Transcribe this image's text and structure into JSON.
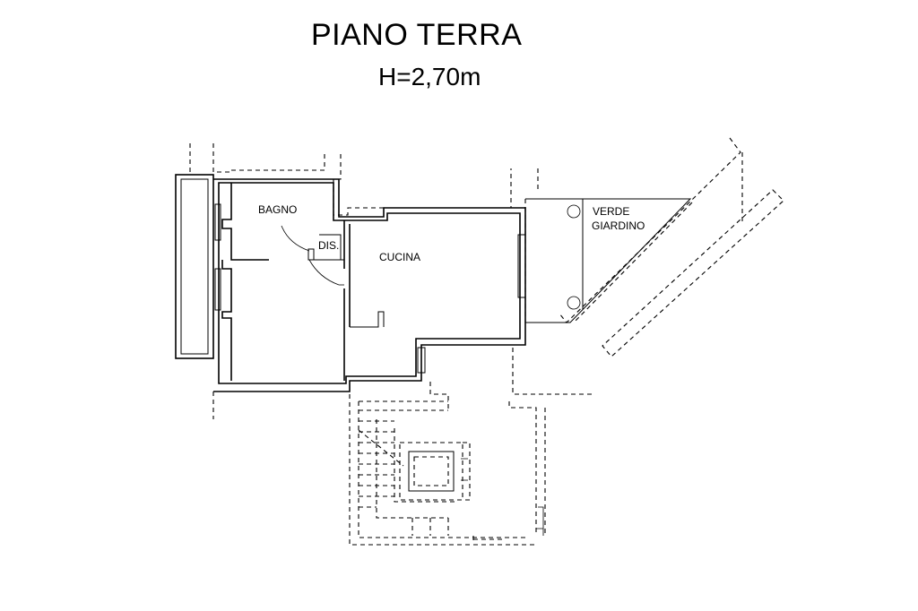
{
  "title": "PIANO TERRA",
  "height_label": "H=2,70m",
  "rooms": {
    "bagno": "BAGNO",
    "dis": "DIS.",
    "cucina": "CUCINA",
    "verde_line1": "VERDE",
    "verde_line2": "GIARDINO"
  }
}
